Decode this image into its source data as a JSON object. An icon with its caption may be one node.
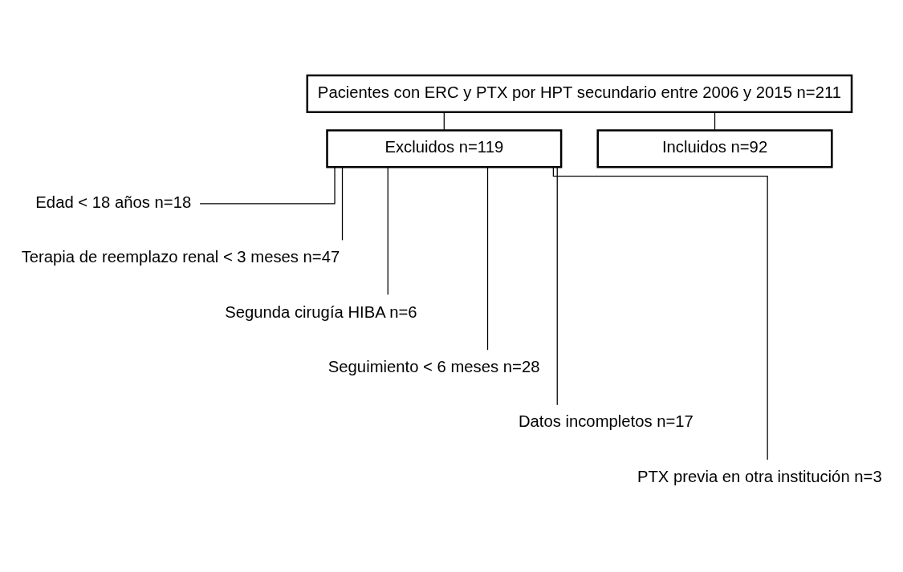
{
  "diagram": {
    "nodes": [
      {
        "text": [
          "Pacientes con ERC y PTX por HPT secundario entre 2006 y 2015 n=211"
        ]
      },
      {
        "text": [
          "Excluidos n=119"
        ]
      },
      {
        "text": [
          "Incluidos n=92"
        ]
      },
      {
        "text": [
          "Edad < 18 años n=18"
        ]
      },
      {
        "text": [
          "Terapia de reemplazo renal < 3 meses n=47"
        ]
      },
      {
        "text": [
          "Segunda cirugía HIBA n=6"
        ]
      },
      {
        "text": [
          "Seguimiento < 6 meses n=28"
        ]
      },
      {
        "text": [
          "Datos incompletos n=17"
        ]
      },
      {
        "text": [
          "PTX previa en otra institución n=3"
        ]
      }
    ],
    "edges": [
      {
        "from": 0,
        "to": 1,
        "arrow": "none"
      },
      {
        "from": 0,
        "to": 2,
        "arrow": "none"
      },
      {
        "from": 1,
        "to": 3,
        "arrow": "none"
      },
      {
        "from": 1,
        "to": 4,
        "arrow": "none"
      },
      {
        "from": 1,
        "to": 5,
        "arrow": "none"
      },
      {
        "from": 1,
        "to": 6,
        "arrow": "none"
      },
      {
        "from": 1,
        "to": 7,
        "arrow": "none"
      },
      {
        "from": 1,
        "to": 8,
        "arrow": "none"
      }
    ]
  }
}
